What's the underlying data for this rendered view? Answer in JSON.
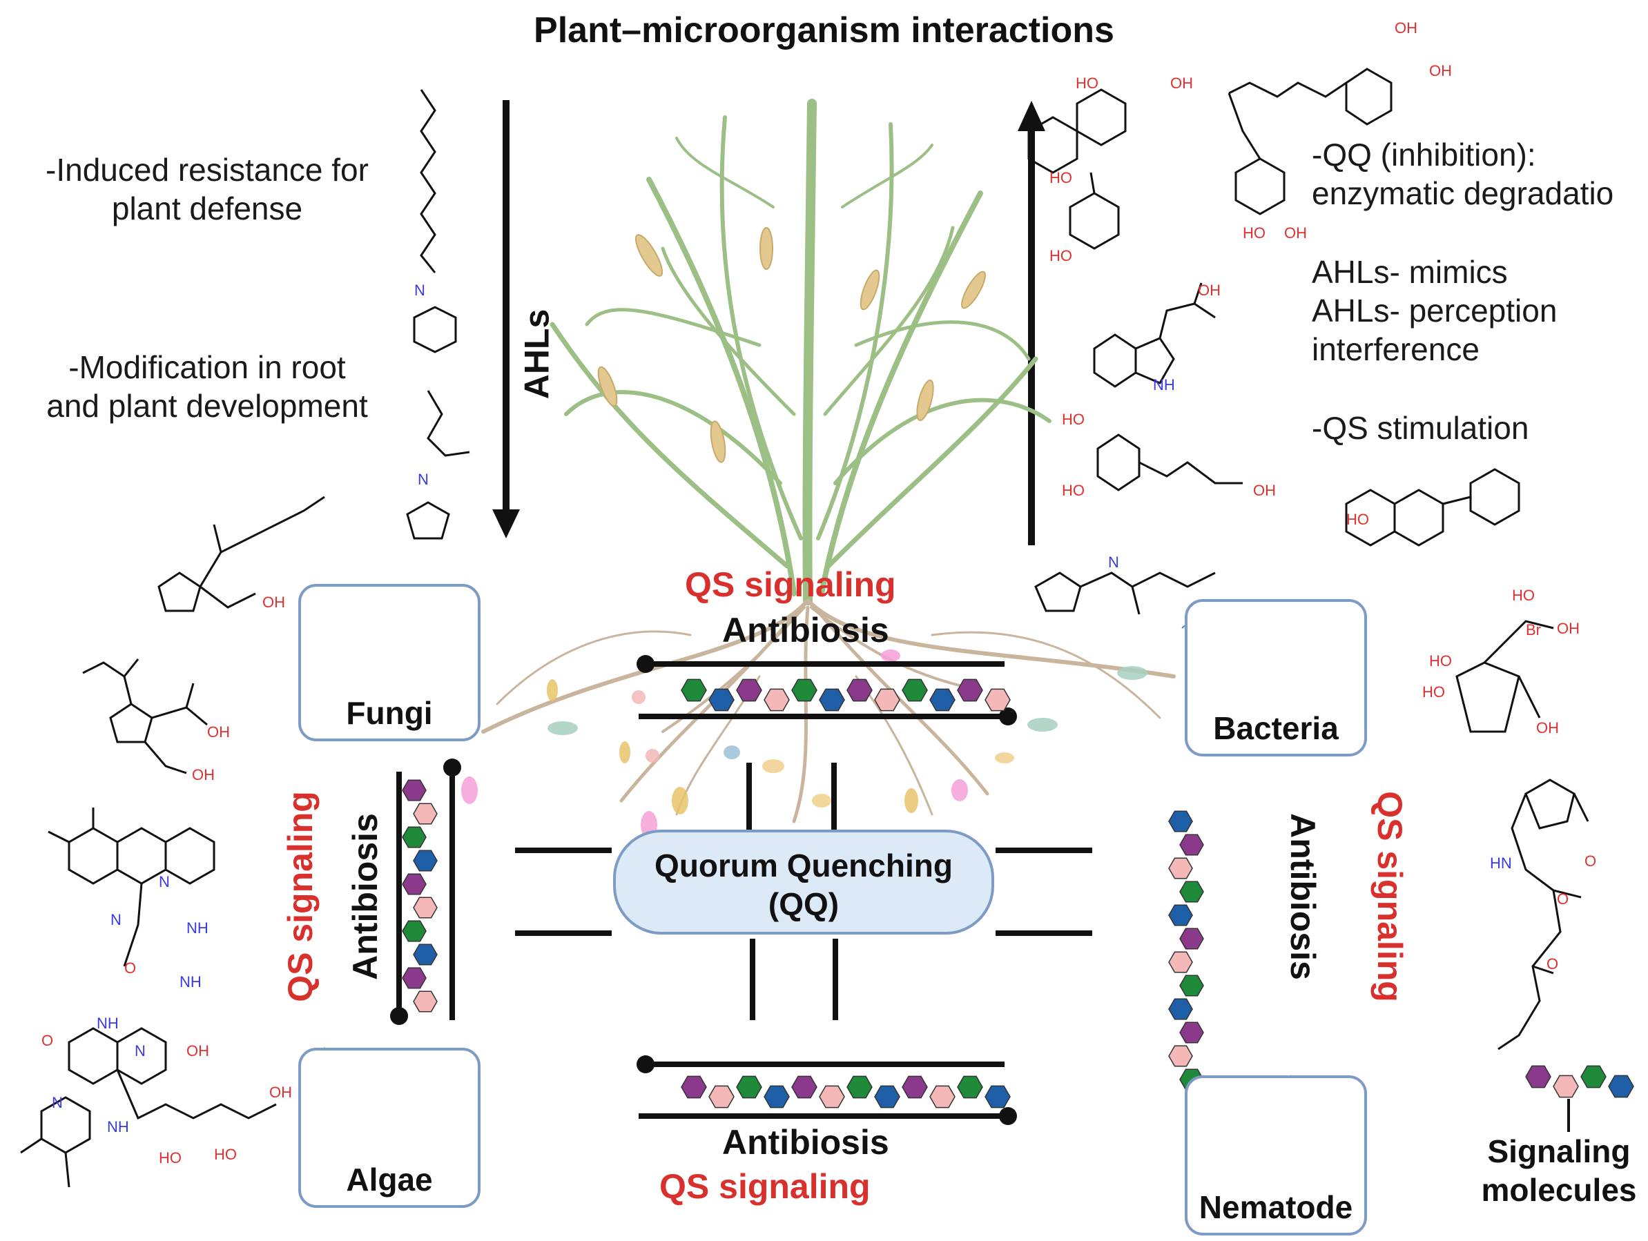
{
  "title": "Plant–microorganism interactions",
  "left_notes": {
    "line1": "-Induced resistance for",
    "line2": "plant defense",
    "line3": "-Modification in root",
    "line4": "and plant development"
  },
  "right_notes": {
    "qq_line1": "-QQ (inhibition):",
    "qq_line2": "enzymatic degradatio",
    "mimic_line1": "AHLs- mimics",
    "mimic_line2": "AHLs- perception",
    "mimic_line3": "interference",
    "stim": "-QS stimulation"
  },
  "arrow_label": "AHLs",
  "center": {
    "qs_top": "QS signaling",
    "antibiosis_top": "Antibiosis",
    "qq_line1": "Quorum Quenching",
    "qq_line2": "(QQ)",
    "antibiosis_bottom": "Antibiosis",
    "qs_bottom": "QS signaling",
    "antibiosis_left": "Antibiosis",
    "qs_left": "QS signaling",
    "antibiosis_right": "Antibiosis",
    "qs_right": "QS signaling"
  },
  "organisms": {
    "fungi": "Fungi",
    "bacteria": "Bacteria",
    "algae": "Algae",
    "nematode": "Nematode"
  },
  "legend": {
    "line1": "Signaling",
    "line2": "molecules"
  },
  "chem_labels": {
    "oh": "OH",
    "ho": "HO",
    "o": "O",
    "n": "N",
    "nh": "NH",
    "hn": "HN",
    "br": "Br"
  },
  "colors": {
    "red": "#d8302c",
    "box_border": "#7e9bc6",
    "qq_fill": "#dce9f6",
    "plant": "#9cbf86",
    "root": "#c9b59e",
    "hex_purple": "#8b3a8b",
    "hex_blue": "#1f5fa8",
    "hex_green": "#1e8a3a",
    "hex_pink": "#f4b8b8",
    "bacteria": "#3e88c8",
    "algae": "#4b8a2a",
    "nematode": "#d79a7a",
    "fungi": "#c4bfa4"
  }
}
